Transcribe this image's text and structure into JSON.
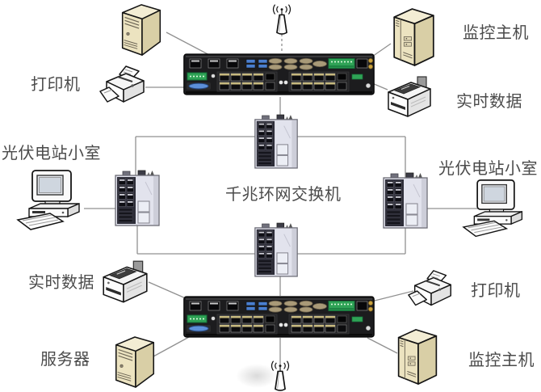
{
  "diagram": {
    "title": "千兆环网交换机",
    "labels": {
      "printer_top_left": "打印机",
      "pv_room_left": "光伏电站小室",
      "realtime_bottom_left": "实时数据",
      "server_bottom_left": "服务器",
      "monitor_host_top_right": "监控主机",
      "realtime_top_right": "实时数据",
      "pv_room_right": "光伏电站小室",
      "printer_bottom_right": "打印机",
      "monitor_host_bottom_right": "监控主机"
    },
    "icons": {
      "tower_server": "server-tower-icon",
      "monitor_host_tower": "cabinet-tower-icon",
      "printer": "printer-icon",
      "realtime_device": "data-terminal-icon",
      "desktop": "desktop-computer-icon",
      "rack_switch": "rack-switch-icon",
      "din_switch": "din-rail-switch-icon",
      "antenna": "wireless-antenna-icon"
    },
    "colors": {
      "label_text": "#4b4b4b",
      "connection_line": "#909090",
      "switch_body": "#1c1c1e",
      "terminal_green": "#2fa356",
      "db25_blue": "#5c8fd8",
      "tower_beige": "#ece3c0",
      "din_body": "#e2e3ed"
    }
  }
}
